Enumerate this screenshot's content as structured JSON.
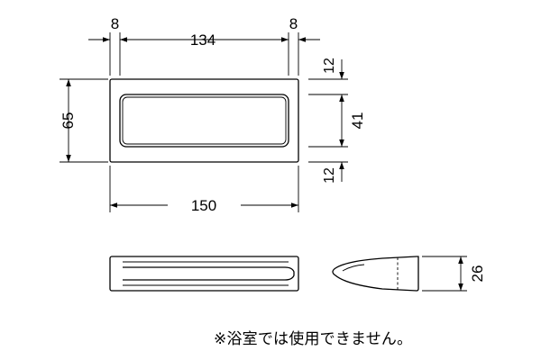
{
  "dimensions": {
    "top_left_margin": "8",
    "top_inner_width": "134",
    "top_right_margin": "8",
    "overall_height": "65",
    "side_top_margin": "12",
    "side_inner_height": "41",
    "side_bottom_margin": "12",
    "overall_width": "150",
    "depth": "26"
  },
  "note": "※浴室では使用できません。"
}
